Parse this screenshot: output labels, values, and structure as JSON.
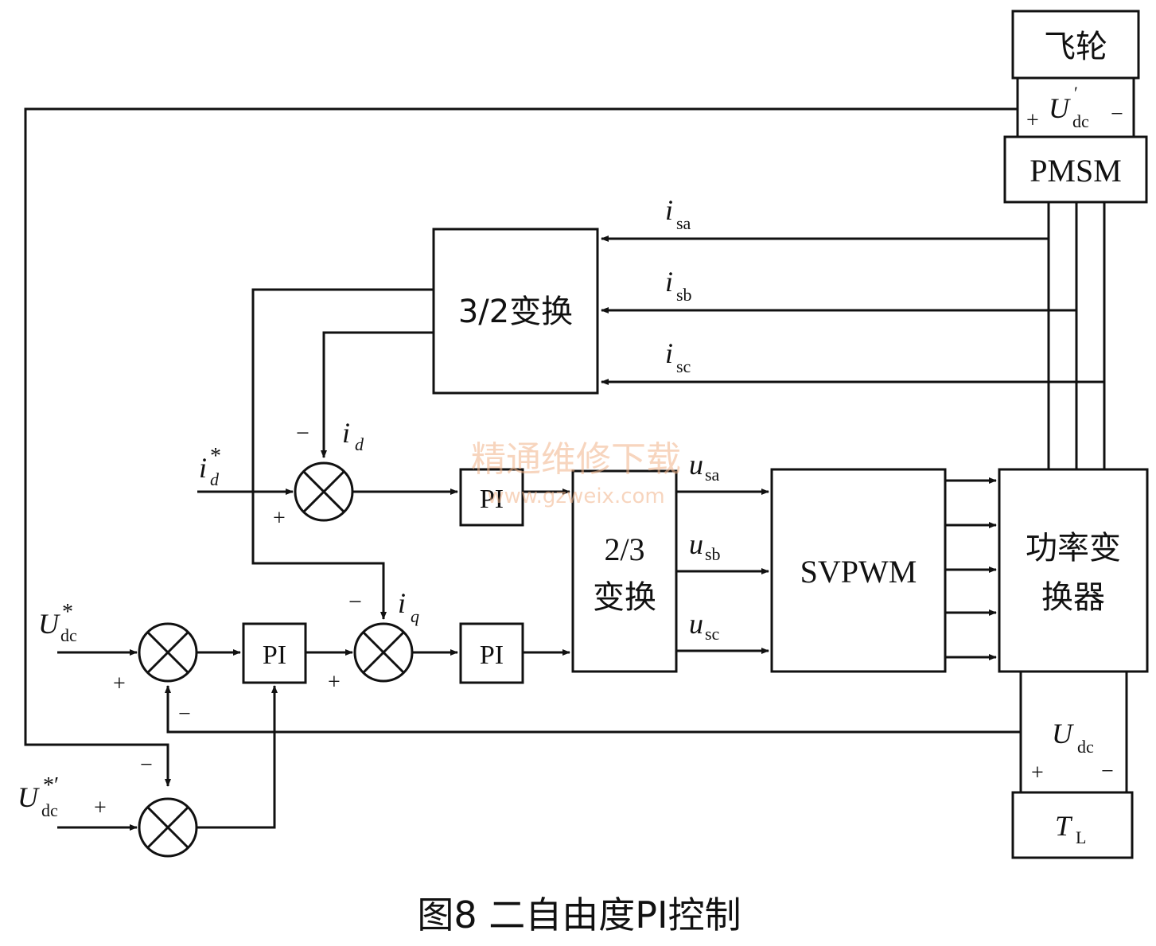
{
  "caption": "图8 二自由度PI控制",
  "watermark": {
    "title": "精通维修下载",
    "url": "www.gzweix.com"
  },
  "blocks": {
    "flywheel": "飞轮",
    "pmsm": "PMSM",
    "transform_32": "3/2变换",
    "transform_23_line1": "2/3",
    "transform_23_line2": "变换",
    "svpwm": "SVPWM",
    "converter_line1": "功率变",
    "converter_line2": "换器",
    "pi": "PI",
    "load_torque": {
      "main": "T",
      "sub": "L"
    }
  },
  "signals": {
    "i_sa": {
      "main": "i",
      "sub": "sa"
    },
    "i_sb": {
      "main": "i",
      "sub": "sb"
    },
    "i_sc": {
      "main": "i",
      "sub": "sc"
    },
    "i_d": {
      "main": "i",
      "sub": "d"
    },
    "i_q": {
      "main": "i",
      "sub": "q"
    },
    "i_d_ref": {
      "main": "i",
      "sub": "d",
      "sup": "*"
    },
    "u_sa": {
      "main": "u",
      "sub": "sa"
    },
    "u_sb": {
      "main": "u",
      "sub": "sb"
    },
    "u_sc": {
      "main": "u",
      "sub": "sc"
    },
    "U_dc_ref": {
      "main": "U",
      "sub": "dc",
      "sup": "*"
    },
    "U_dc_ref2": {
      "main": "U",
      "sub": "dc",
      "sup": "*′"
    },
    "U_dc_prime": {
      "main": "U",
      "sub": "dc",
      "sup": "′"
    },
    "U_dc": {
      "main": "U",
      "sub": "dc"
    }
  },
  "signs": {
    "plus": "+",
    "minus": "−"
  }
}
